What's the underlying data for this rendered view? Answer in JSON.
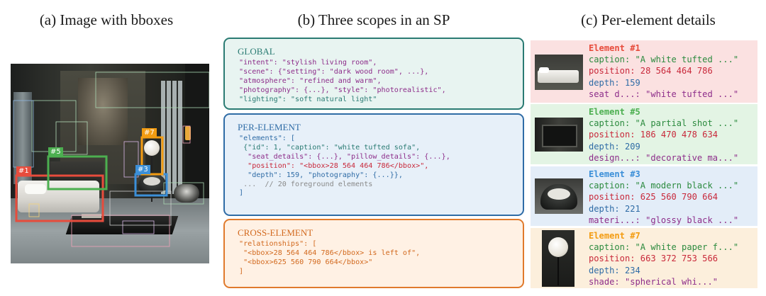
{
  "titles": {
    "a": "(a) Image with bboxes",
    "b": "(b) Three scopes in an SP",
    "c": "(c) Per-element details"
  },
  "image_tags": [
    "#1",
    "#5",
    "#3",
    "#7"
  ],
  "colors": {
    "element_1": "#e74c3c",
    "element_5": "#4caf50",
    "element_3": "#3b8fd8",
    "element_7": "#f39c12",
    "global": "#2a7b73",
    "per_element": "#2f6ca6",
    "cross_element": "#e07a2c"
  },
  "scopes": {
    "global": {
      "heading": "GLOBAL",
      "lines": [
        "\"intent\": \"stylish living room\",",
        "\"scene\": {\"setting\": \"dark wood room\", ...},",
        "\"atmosphere\": \"refined and warm\",",
        "\"photography\": {...}, \"style\": \"photorealistic\",",
        "\"lighting\": \"soft natural light\""
      ]
    },
    "per_element": {
      "heading": "PER-ELEMENT",
      "lines": [
        "\"elements\": [",
        " {\"id\": 1, \"caption\": \"white tufted sofa\",",
        "  \"seat_details\": {...}, \"pillow_details\": {...},",
        "  \"position\": \"<bbox>28 564 464 786</bbox>\",",
        "  \"depth\": 159, \"photography\": {...}},",
        " ...  // 20 foreground elements",
        "]"
      ]
    },
    "cross_element": {
      "heading": "CROSS-ELEMENT",
      "lines": [
        "\"relationships\": [",
        " \"<bbox>28 564 464 786</bbox> is left of\",",
        " \"<bbox>625 560 790 664</bbox>\"",
        "]"
      ]
    }
  },
  "elements": [
    {
      "title": "Element #1",
      "caption": "caption: \"A white tufted ...\"",
      "position": "position: 28 564 464 786",
      "depth": "depth: 159",
      "extra": "seat d...: \"white tufted ...\""
    },
    {
      "title": "Element #5",
      "caption": "caption: \"A partial shot ...\"",
      "position": "position: 186 470 478 634",
      "depth": "depth: 209",
      "extra": "design...: \"decorative ma...\""
    },
    {
      "title": "Element #3",
      "caption": "caption: \"A modern black ...\"",
      "position": "position: 625 560 790 664",
      "depth": "depth: 221",
      "extra": "materi...: \"glossy black ...\""
    },
    {
      "title": "Element #7",
      "caption": "caption: \"A white paper f...\"",
      "position": "position: 663 372 753 566",
      "depth": "depth: 234",
      "extra": "shade: \"spherical whi...\""
    }
  ]
}
